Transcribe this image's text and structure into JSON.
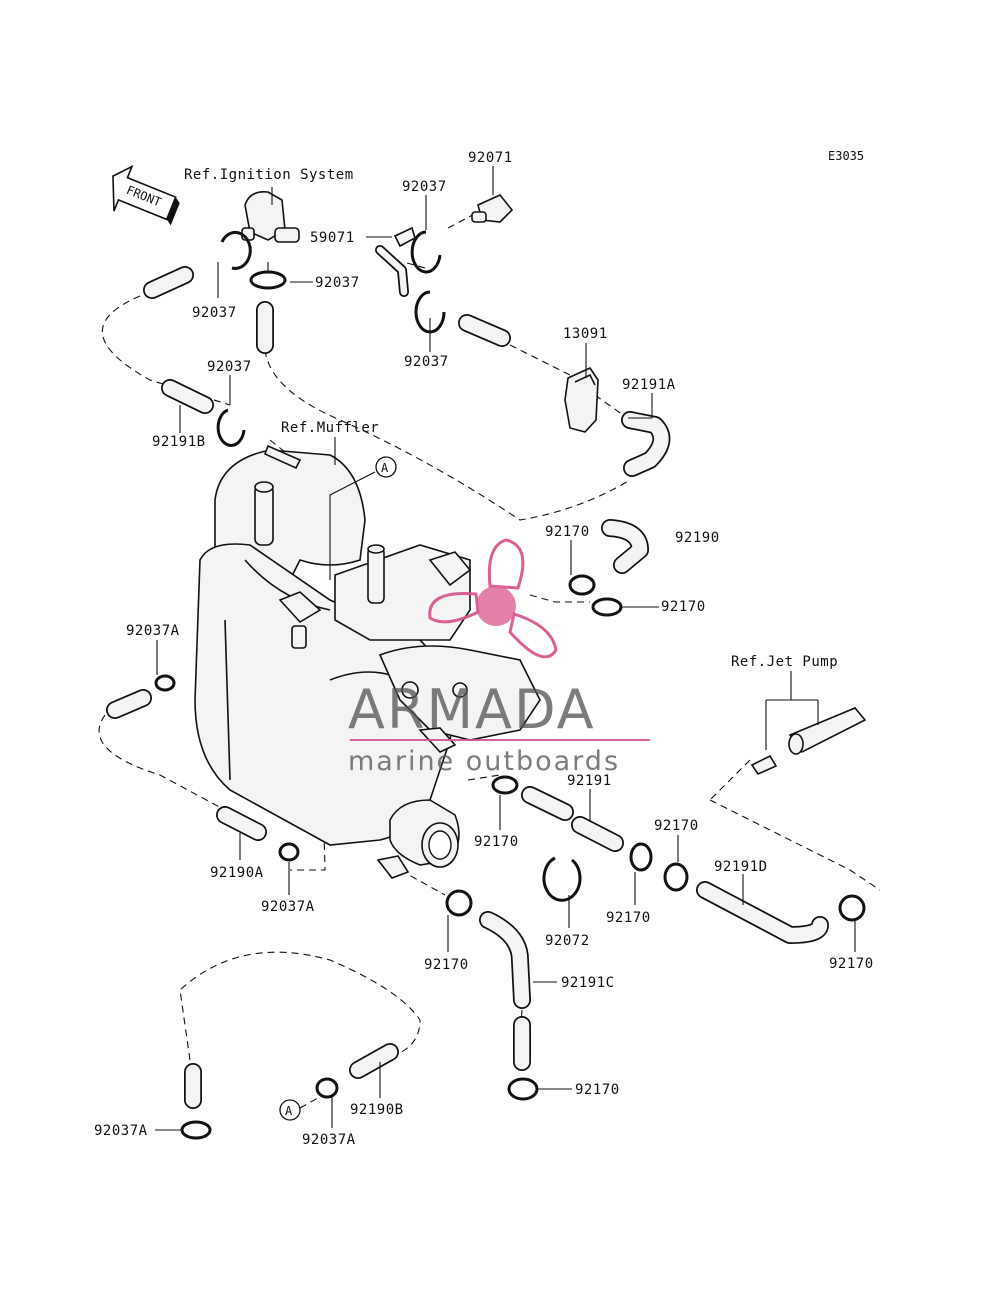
{
  "diagram_code": "E3035",
  "front_arrow_label": "FRONT",
  "references": {
    "ignition": "Ref.Ignition System",
    "muffler": "Ref.Muffler",
    "jet_pump": "Ref.Jet Pump"
  },
  "callout_letter": "A",
  "watermark": {
    "brand": "ARMADA",
    "tagline": "marine outboards",
    "accent_color": "#d94f8a"
  },
  "part_labels": [
    "92071",
    "92037",
    "59071",
    "92037",
    "92037",
    "92037",
    "13091",
    "92191A",
    "92037",
    "92191B",
    "92170",
    "92190",
    "92170",
    "92037A",
    "92191",
    "92170",
    "92170",
    "92170",
    "92191D",
    "92190A",
    "92037A",
    "92072",
    "92170",
    "92170",
    "92191C",
    "92170",
    "92037A",
    "92190B",
    "92037A"
  ]
}
